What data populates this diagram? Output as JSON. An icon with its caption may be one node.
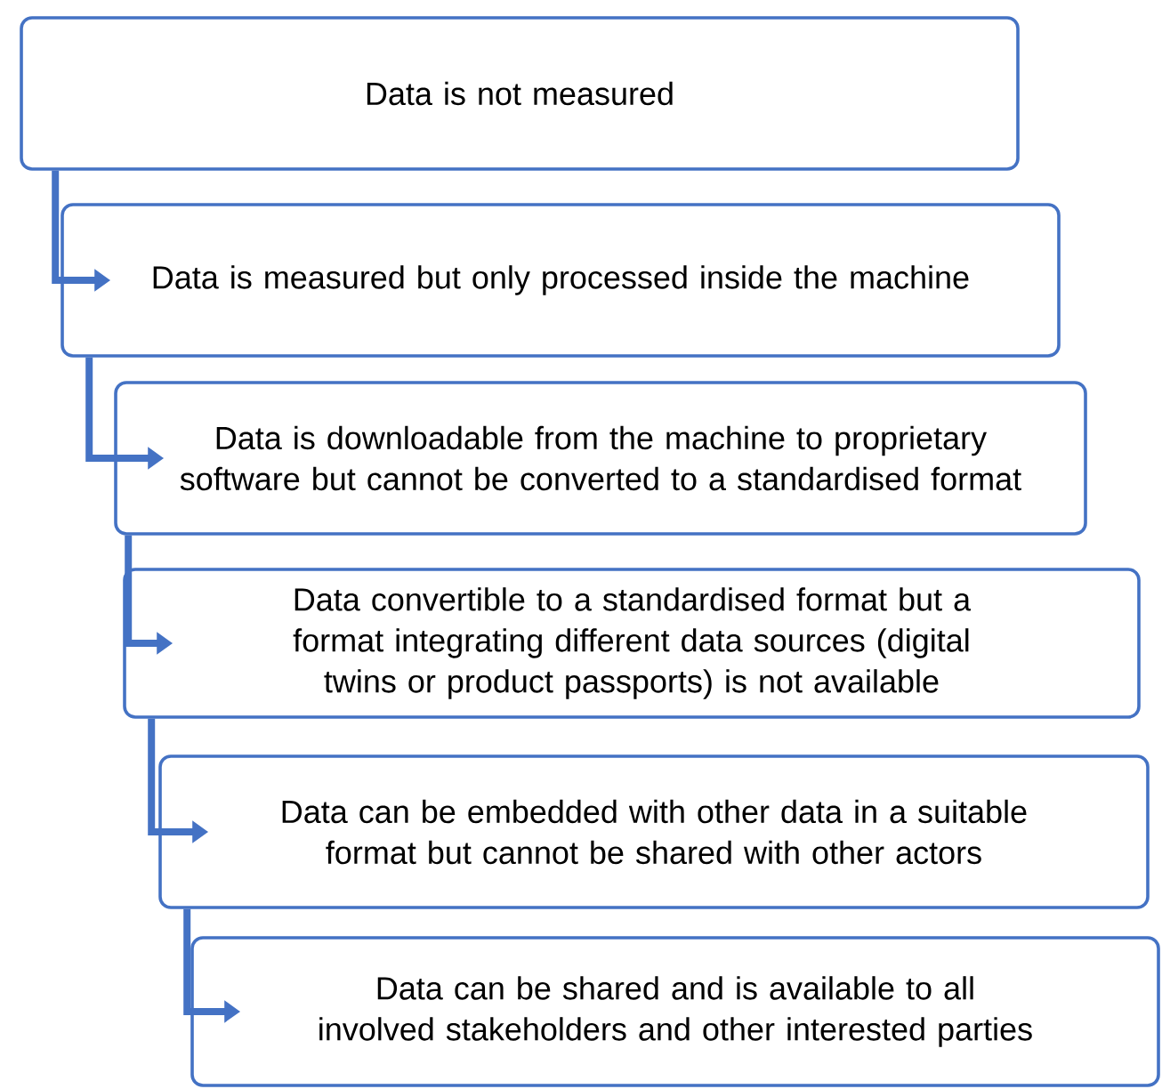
{
  "diagram": {
    "nodes": [
      {
        "text": [
          "Data is not measured"
        ]
      },
      {
        "text": [
          "Data is measured but only processed inside the machine"
        ]
      },
      {
        "text": [
          "Data is downloadable from the machine to proprietary software but cannot be converted to a standardised format"
        ]
      },
      {
        "text": [
          "Data convertible to a standardised format but a format integrating different data sources (digital twins or product passports) is not available"
        ]
      },
      {
        "text": [
          "Data can be embedded with other data in a suitable format but cannot be shared with other actors"
        ]
      },
      {
        "text": [
          "Data can be shared and is available to all involved stakeholders and other interested parties"
        ]
      }
    ],
    "edges": [
      {
        "from": 0,
        "to": 1,
        "arrow": "to"
      },
      {
        "from": 1,
        "to": 2,
        "arrow": "to"
      },
      {
        "from": 2,
        "to": 3,
        "arrow": "to"
      },
      {
        "from": 3,
        "to": 4,
        "arrow": "to"
      },
      {
        "from": 4,
        "to": 5,
        "arrow": "to"
      }
    ]
  }
}
